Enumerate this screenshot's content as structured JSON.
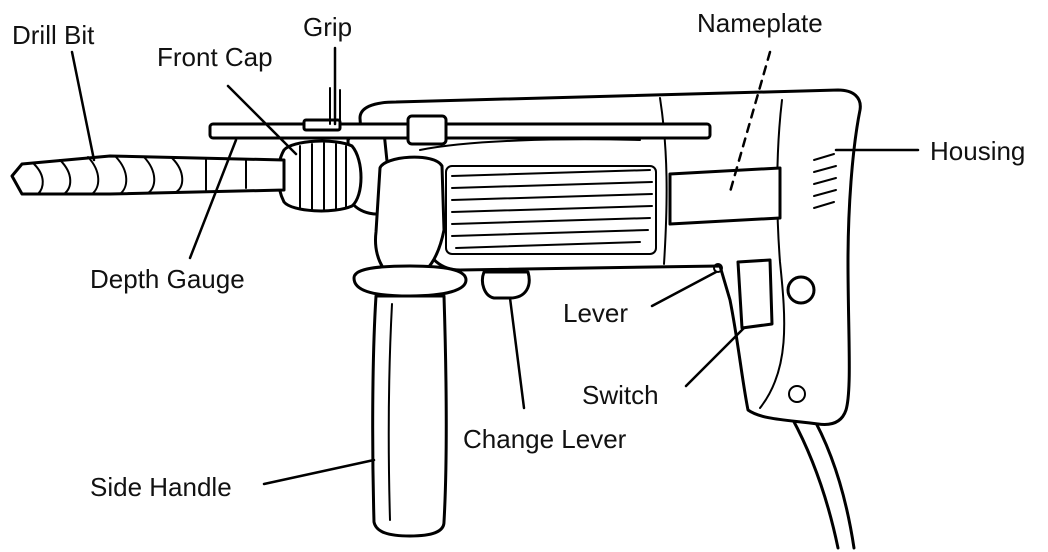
{
  "labels": {
    "drill_bit": "Drill Bit",
    "front_cap": "Front Cap",
    "grip": "Grip",
    "nameplate": "Nameplate",
    "housing": "Housing",
    "depth_gauge": "Depth Gauge",
    "lever": "Lever",
    "switch": "Switch",
    "change_lever": "Change Lever",
    "side_handle": "Side Handle"
  }
}
